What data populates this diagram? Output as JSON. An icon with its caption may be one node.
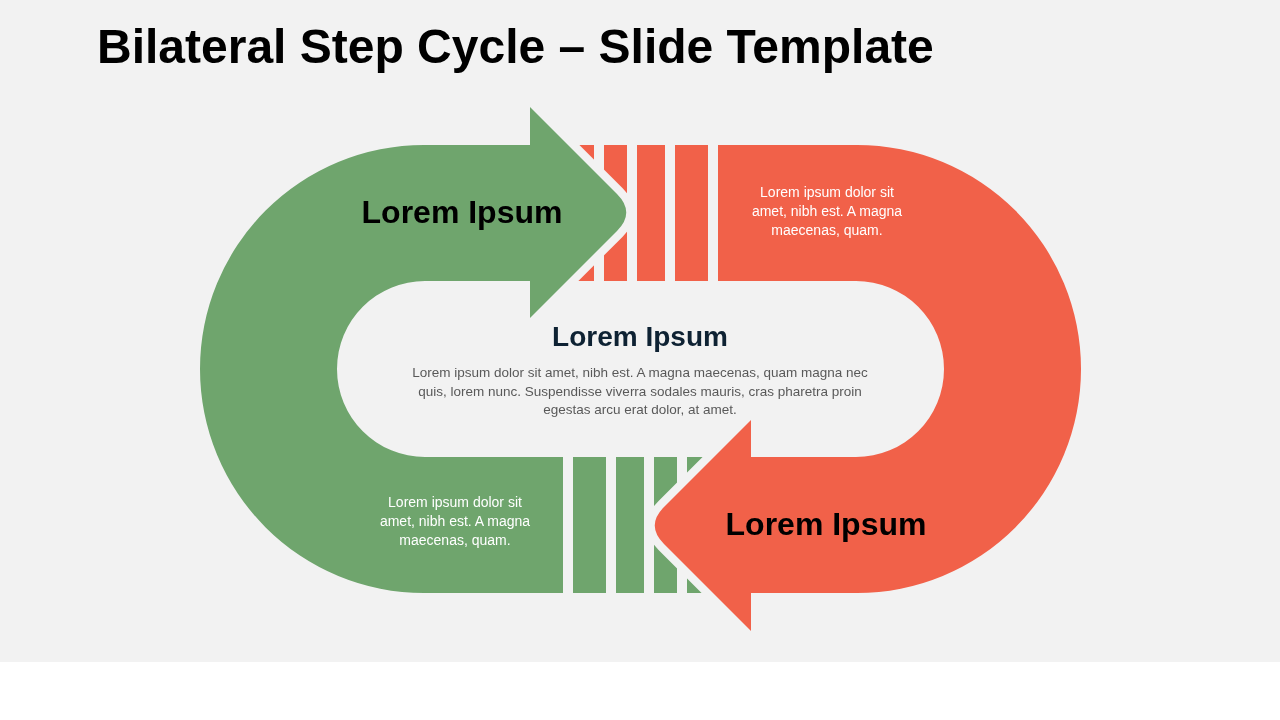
{
  "diagram": {
    "title": "Bilateral Step Cycle – Slide Template",
    "nodes": [
      {
        "text": [
          "Lorem Ipsum",
          "Lorem ipsum dolor sit amet, nibh est. A magna maecenas, quam."
        ]
      },
      {
        "text": [
          "Lorem ipsum dolor sit amet, nibh est. A magna maecenas, quam.",
          "Lorem Ipsum"
        ]
      }
    ],
    "labels": [
      "Lorem Ipsum",
      "Lorem ipsum dolor sit amet, nibh est. A magna maecenas, quam magna nec quis, lorem nunc. Suspendisse viverra sodales mauris, cras pharetra proin egestas arcu erat dolor, at amet."
    ]
  }
}
